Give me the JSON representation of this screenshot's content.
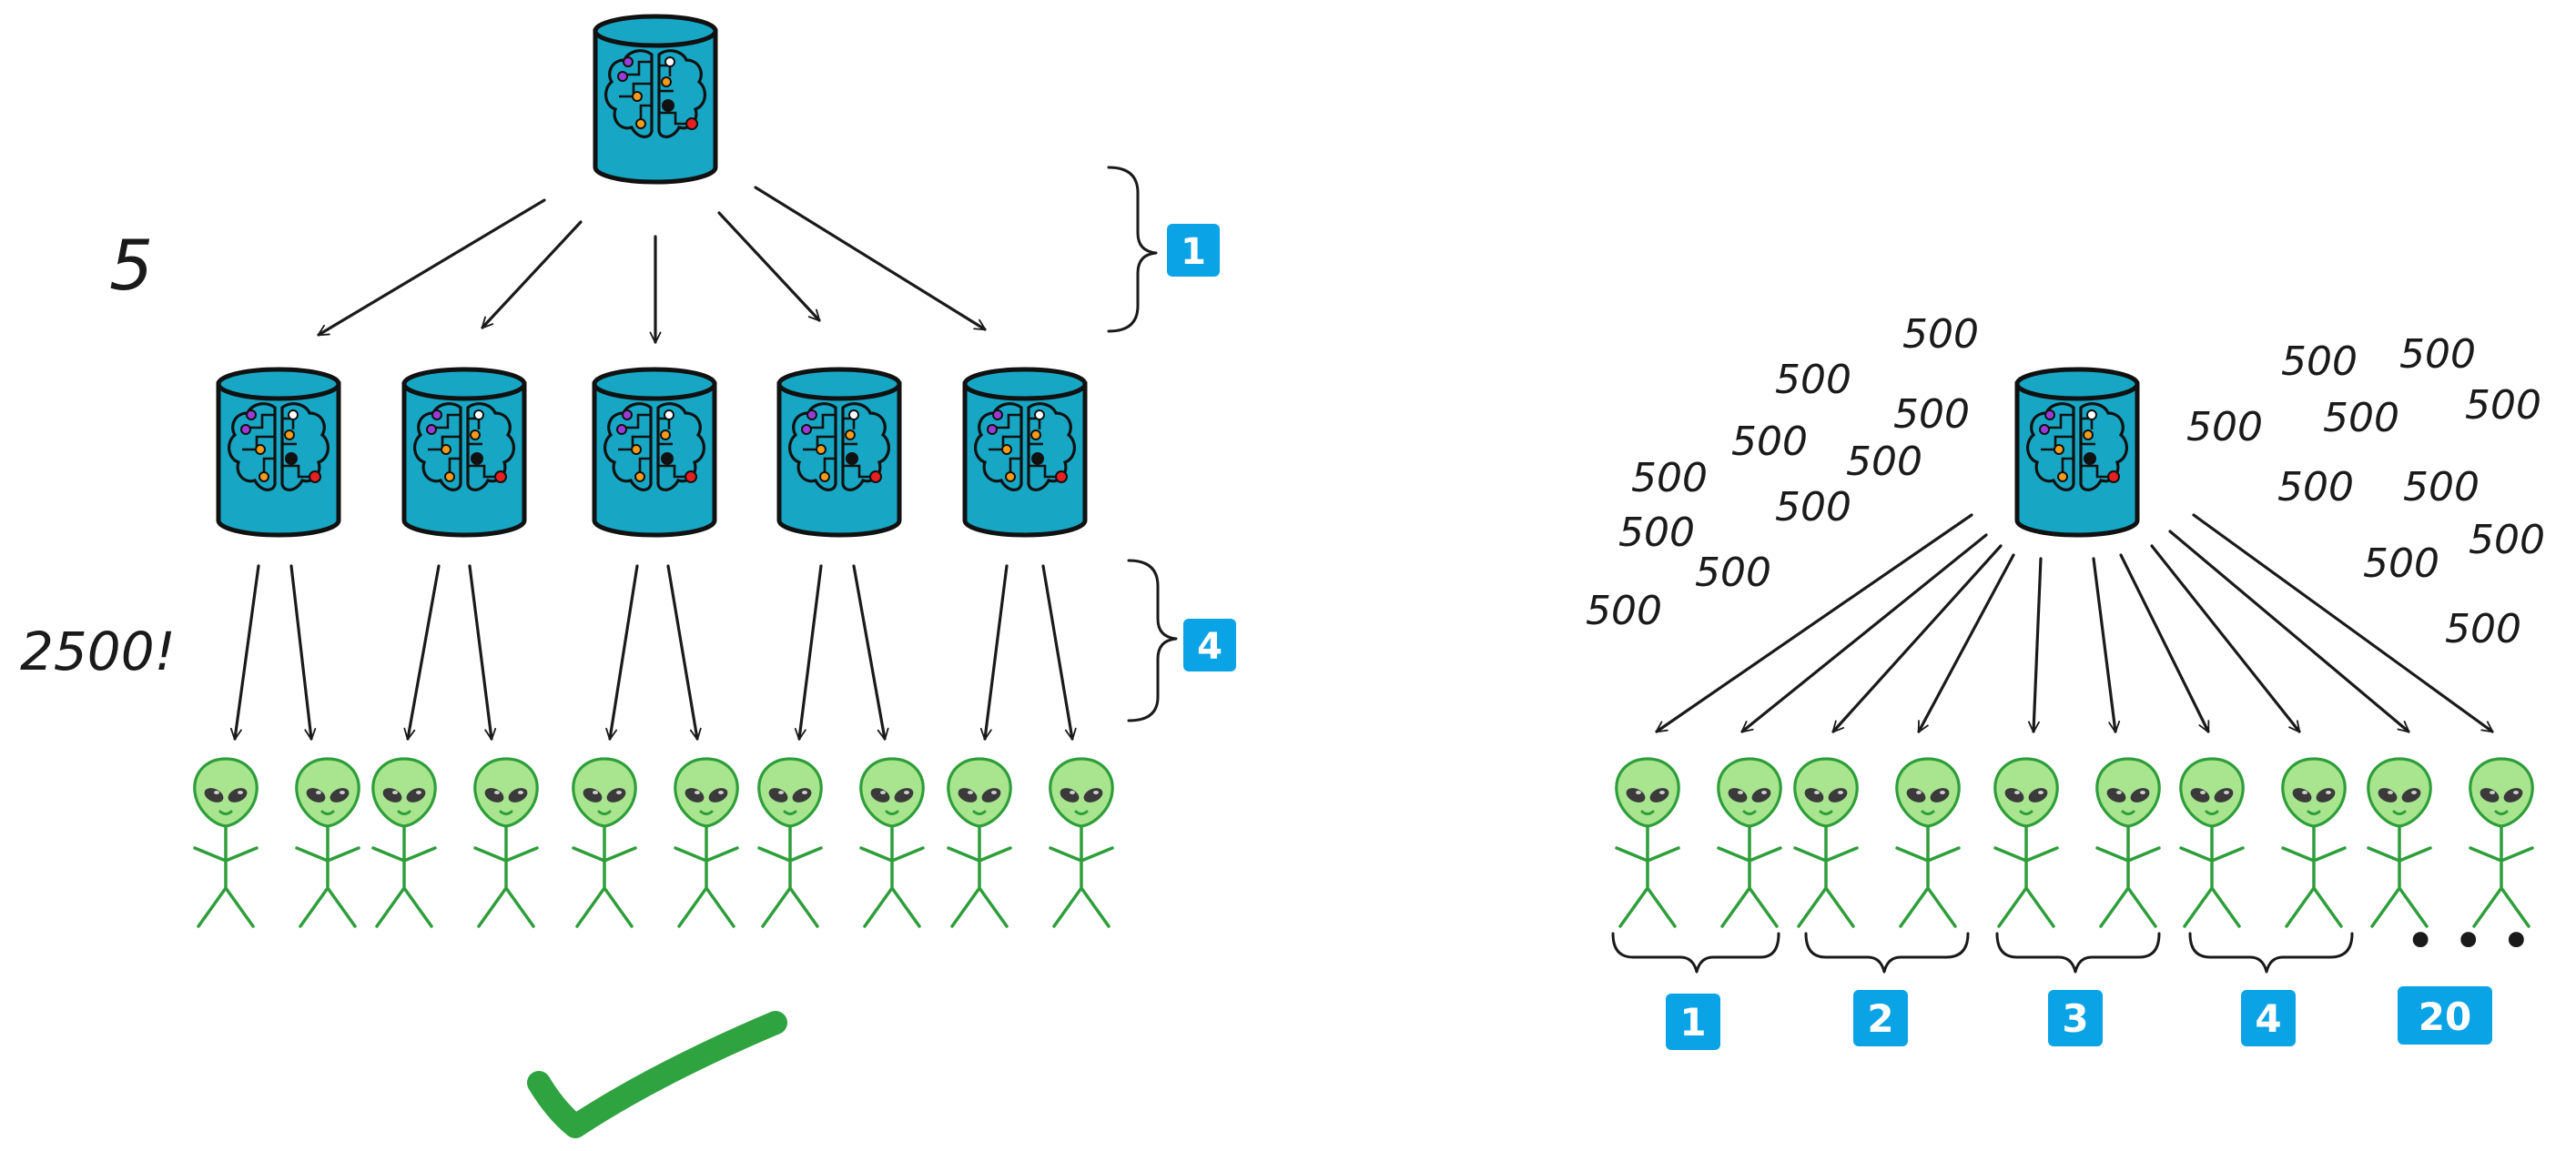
{
  "colors": {
    "cylinder_fill": "#17a7c4",
    "cylinder_outline": "#111111",
    "alien_body": "#a9e58f",
    "alien_outline": "#2e9e3a",
    "badge": "#0aa3e6",
    "check": "#2fa33f",
    "chip_purple": "#9b3bd6",
    "chip_orange": "#f29a1c",
    "chip_red": "#e62020",
    "chip_black": "#111111"
  },
  "icons": {
    "model": "database-brain-icon",
    "user": "alien-user-icon",
    "success": "checkmark-icon"
  },
  "left_diagram": {
    "count_label": "5",
    "total_label": "2500!",
    "badges": [
      "1",
      "4"
    ]
  },
  "right_diagram": {
    "request_labels": [
      "500",
      "500",
      "500",
      "500",
      "500",
      "500",
      "500",
      "500",
      "500",
      "500",
      "500",
      "500",
      "500",
      "500",
      "500",
      "500",
      "500",
      "500",
      "500",
      "500"
    ],
    "group_badges": [
      "1",
      "2",
      "3",
      "4",
      "20"
    ],
    "ellipsis": "• • •"
  }
}
